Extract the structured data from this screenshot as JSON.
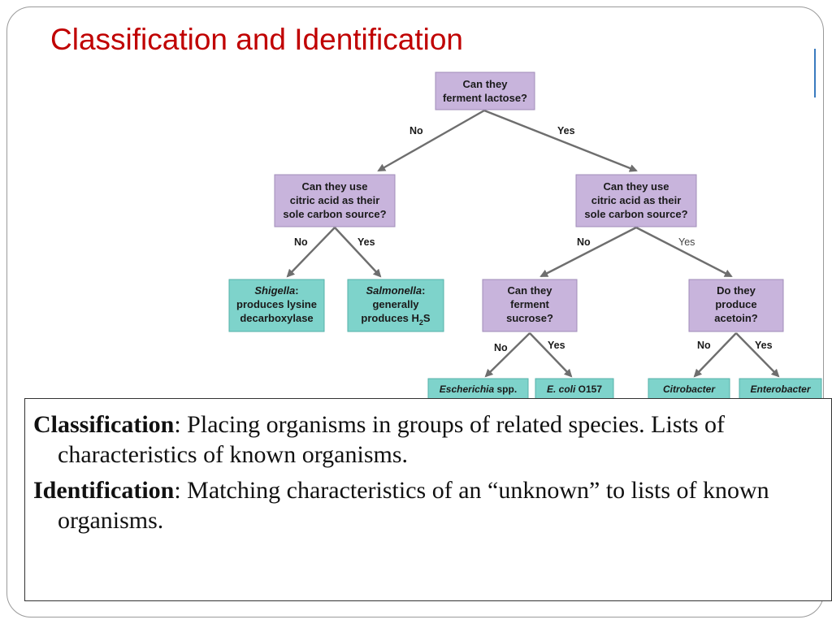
{
  "slide": {
    "title": "Classification and Identification"
  },
  "flowchart": {
    "root": {
      "lines": [
        "Can they",
        "ferment lactose?"
      ]
    },
    "left_question": {
      "lines": [
        "Can they use",
        "citric acid as their",
        "sole carbon source?"
      ]
    },
    "right_question": {
      "lines": [
        "Can they use",
        "citric acid as their",
        "sole carbon source?"
      ]
    },
    "sucrose_question": {
      "lines": [
        "Can they",
        "ferment",
        "sucrose?"
      ]
    },
    "acetoin_question": {
      "lines": [
        "Do they",
        "produce",
        "acetoin?"
      ]
    },
    "shigella": {
      "name": "Shigella",
      "line1_rest": ":",
      "line2": "produces lysine",
      "line3": "decarboxylase"
    },
    "salmonella": {
      "name": "Salmonella",
      "line1_rest": ":",
      "line2": "generally",
      "line3_pre": "produces H",
      "line3_sub": "2",
      "line3_post": "S"
    },
    "escherichia": {
      "name": "Escherichia",
      "rest": " spp."
    },
    "ecoli": {
      "name": "E. coli",
      "rest": " O157"
    },
    "citrobacter": {
      "name": "Citrobacter"
    },
    "enterobacter": {
      "name": "Enterobacter"
    },
    "labels": {
      "root_no": "No",
      "root_yes": "Yes",
      "left_no": "No",
      "left_yes": "Yes",
      "right_no": "No",
      "right_yes": "Yes",
      "sucrose_no": "No",
      "sucrose_yes": "Yes",
      "acetoin_no": "No",
      "acetoin_yes": "Yes"
    }
  },
  "definitions": {
    "classification": {
      "term": "Classification",
      "text": ": Placing organisms in groups of related species. Lists of characteristics of known organisms."
    },
    "identification": {
      "term": "Identification",
      "text": ": Matching characteristics of an “unknown” to lists of known organisms."
    }
  }
}
